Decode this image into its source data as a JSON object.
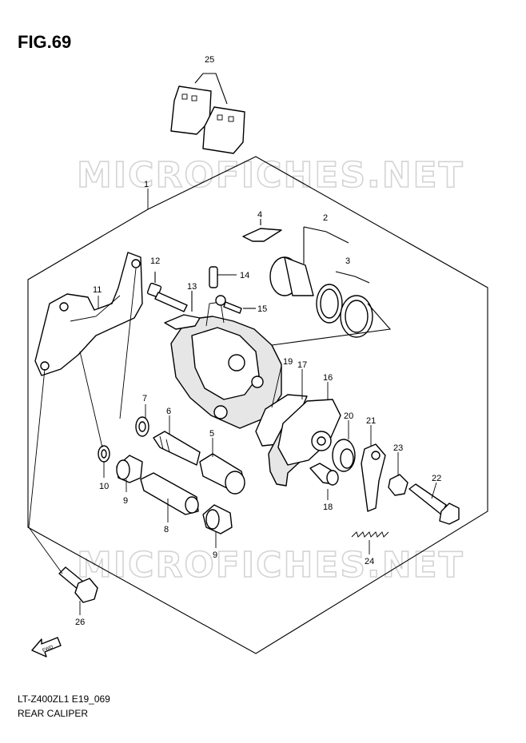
{
  "figure": {
    "title": "FIG.69",
    "code": "LT-Z400ZL1 E19_069",
    "name": "REAR CALIPER",
    "watermark": "MICROFICHES.NET",
    "fwd_label": "FWD"
  },
  "callouts": {
    "c1": "1",
    "c2": "2",
    "c3": "3",
    "c4": "4",
    "c5": "5",
    "c6": "6",
    "c7": "7",
    "c8": "8",
    "c9a": "9",
    "c9b": "9",
    "c10": "10",
    "c11": "11",
    "c12": "12",
    "c13": "13",
    "c14": "14",
    "c15": "15",
    "c16": "16",
    "c17": "17",
    "c18": "18",
    "c19": "19",
    "c20": "20",
    "c21": "21",
    "c22": "22",
    "c23": "23",
    "c24": "24",
    "c25": "25",
    "c26": "26"
  }
}
